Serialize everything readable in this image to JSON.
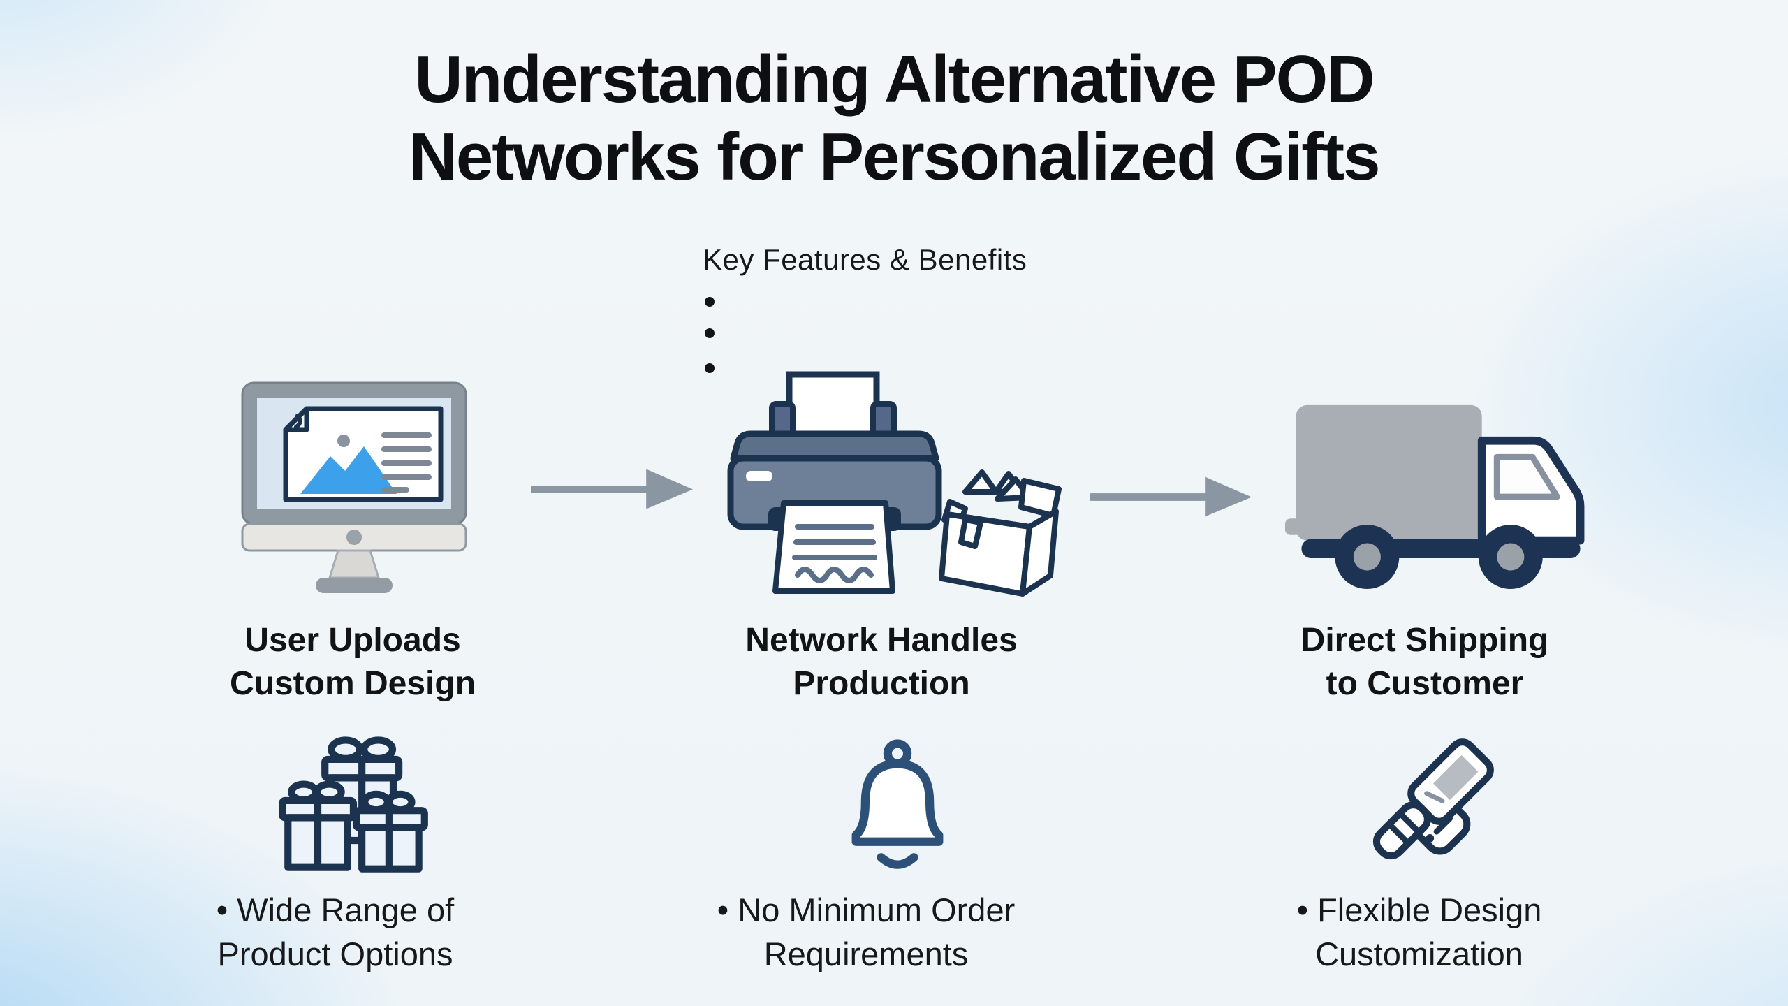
{
  "title": {
    "line1": "Understanding Alternative POD",
    "line2": "Networks for Personalized Gifts"
  },
  "key_features": {
    "label": "Key Features & Benefits"
  },
  "steps": [
    {
      "icon": "monitor-design-icon",
      "line1": "User Uploads",
      "line2": "Custom Design"
    },
    {
      "icon": "printer-box-icon",
      "line1": "Network Handles",
      "line2": "Production"
    },
    {
      "icon": "delivery-truck-icon",
      "line1": "Direct Shipping",
      "line2": "to Customer"
    }
  ],
  "features": [
    {
      "icon": "gift-boxes-icon",
      "line1": "• Wide Range of",
      "line2": "Product Options"
    },
    {
      "icon": "bell-icon",
      "line1": "• No Minimum Order",
      "line2": "Requirements"
    },
    {
      "icon": "design-tool-icon",
      "line1": "• Flexible Design",
      "line2": "Customization"
    }
  ],
  "colors": {
    "navy": "#1c3350",
    "slate": "#6e8098",
    "icon_gray": "#8f99a2",
    "arrow_gray": "#8b96a3",
    "blue_accent": "#3da0ea",
    "background_tint": "#d9ecfa",
    "text": "#131415"
  }
}
